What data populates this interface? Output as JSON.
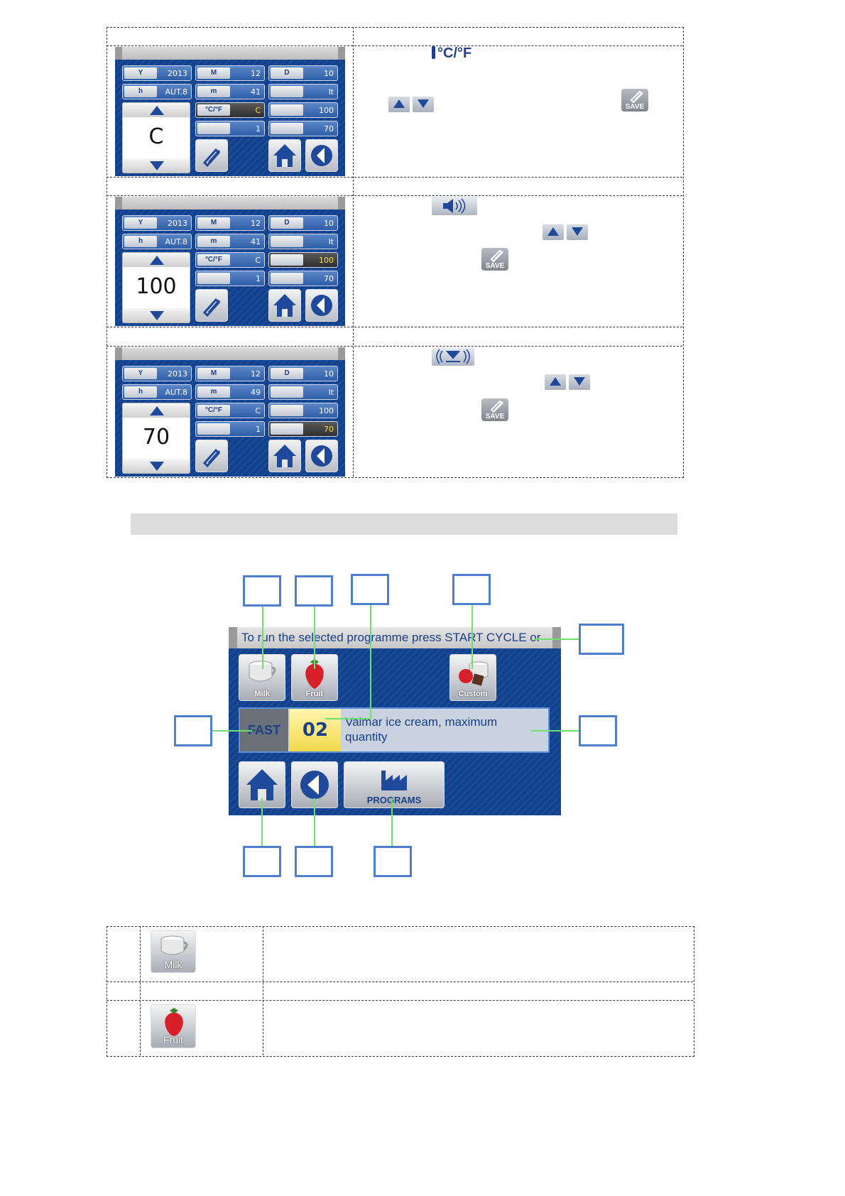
{
  "top_panels": [
    {
      "year": "2013",
      "month": "12",
      "day": "10",
      "hour": "AUT.8",
      "minute": "41",
      "volume_unit": "lt",
      "temp_unit": "C",
      "sound": "100",
      "waves": "1",
      "vibration": "70",
      "big_value": "C",
      "desc_icon_text": "°C/°F"
    },
    {
      "year": "2013",
      "month": "12",
      "day": "10",
      "hour": "AUT.8",
      "minute": "41",
      "volume_unit": "lt",
      "temp_unit": "C",
      "sound": "100",
      "waves": "1",
      "vibration": "70",
      "big_value": "100"
    },
    {
      "year": "2013",
      "month": "12",
      "day": "10",
      "hour": "AUT.8",
      "minute": "49",
      "volume_unit": "lt",
      "temp_unit": "C",
      "sound": "100",
      "waves": "1",
      "vibration": "70",
      "big_value": "70"
    }
  ],
  "labels": {
    "year_icon": "Y",
    "month_icon": "M",
    "day_icon": "D",
    "hour_icon": "h",
    "minute_icon": "m",
    "temp_icon": "°C/°F",
    "save": "SAVE"
  },
  "diagram": {
    "message": "To run the selected programme press START CYCLE or",
    "buttons": {
      "milk": "Milk",
      "fruit": "Fruit",
      "custom": "Custom",
      "programs": "PROGRAMS"
    },
    "mode": "FAST",
    "program_number": "02",
    "program_description": "Valmar ice cream, maximum quantity"
  },
  "bottom_table": {
    "rows": [
      {
        "icon": "milk-cup-icon",
        "label": "Milk"
      },
      {
        "icon": "strawberry-icon",
        "label": "Fruit"
      }
    ]
  },
  "colors": {
    "screen_blue": "#12428f",
    "callout_blue": "#4f7fcc",
    "arrow_green": "#6de06d"
  }
}
